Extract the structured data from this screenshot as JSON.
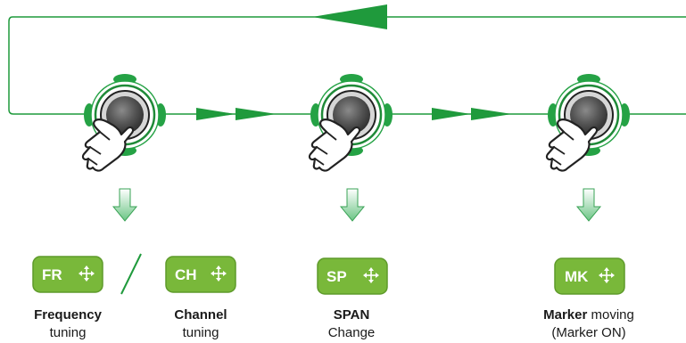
{
  "colors": {
    "line": "#1f9a3c",
    "arrow": "#1f9a3c",
    "badge_fill": "#79b83a",
    "badge_border": "#5e9a2a",
    "down_arrow": "#8fd39c",
    "knob_green": "#25a245"
  },
  "knobs": [
    {
      "name": "knob-1",
      "icon": "hand-press-icon"
    },
    {
      "name": "knob-2",
      "icon": "hand-press-icon"
    },
    {
      "name": "knob-3",
      "icon": "hand-press-icon"
    }
  ],
  "modes": {
    "fr": {
      "label": "FR",
      "icon": "move-arrows-icon",
      "caption_bold": "Frequency",
      "caption_rest": "",
      "caption_line2": "tuning"
    },
    "ch": {
      "label": "CH",
      "icon": "move-arrows-icon",
      "caption_bold": "Channel",
      "caption_rest": "",
      "caption_line2": "tuning"
    },
    "sp": {
      "label": "SP",
      "icon": "move-arrows-icon",
      "caption_bold": "SPAN",
      "caption_rest": "",
      "caption_line2": "Change"
    },
    "mk": {
      "label": "MK",
      "icon": "move-arrows-icon",
      "caption_bold": "Marker",
      "caption_rest": " moving",
      "caption_line2": "(Marker ON)"
    }
  },
  "separator": "/"
}
